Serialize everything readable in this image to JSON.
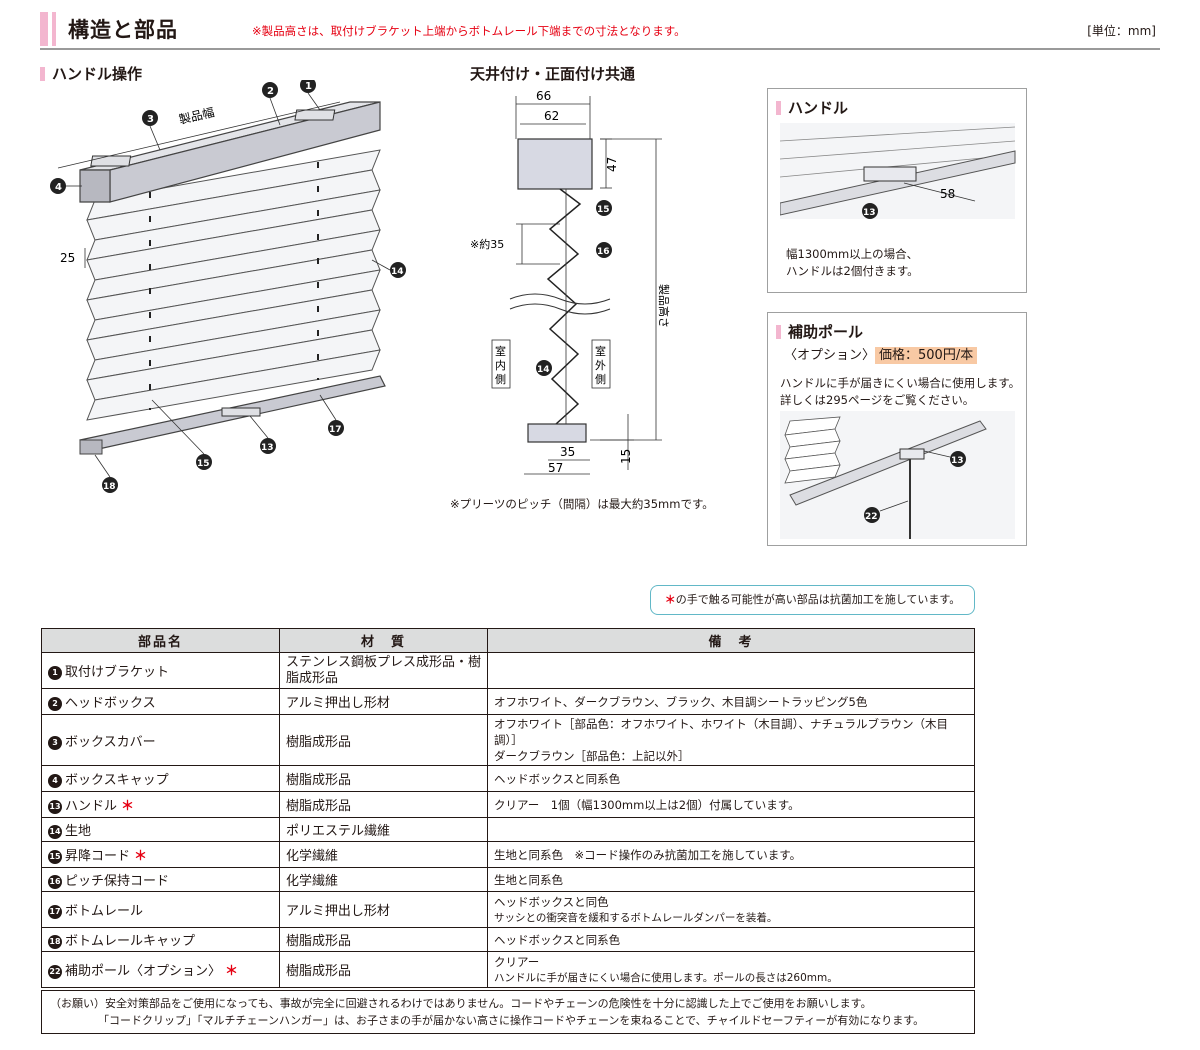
{
  "header": {
    "title": "構造と部品",
    "note": "※製品高さは、取付けブラケット上端からボトムレール下端までの寸法となります。",
    "unit": "[単位：mm]"
  },
  "handle_section": {
    "title": "ハンドル操作",
    "width_label": "製品幅",
    "dim_25": "25",
    "callouts": [
      "❶",
      "❷",
      "❸",
      "❹",
      "⓮",
      "⓯",
      "⓭",
      "⓱",
      "⓲"
    ]
  },
  "ceiling_section": {
    "title": "天井付け・正面付け共通",
    "dim_66": "66",
    "dim_62": "62",
    "dim_47": "47",
    "dim_35_pitch": "※約35",
    "height_label": "製品高さ",
    "indoor": "室内側",
    "outdoor": "室外側",
    "dim_35": "35",
    "dim_57": "57",
    "dim_15": "15",
    "callouts": [
      "⓯",
      "⓰",
      "⓮"
    ],
    "pitch_note": "※プリーツのピッチ（間隔）は最大約35mmです。"
  },
  "handle_box": {
    "title": "ハンドル",
    "dim_58": "58",
    "callout": "⓭",
    "text1": "幅1300mm以上の場合、",
    "text2": "ハンドルは2個付きます。"
  },
  "pole_box": {
    "title": "補助ポール",
    "option": "〈オプション〉",
    "price": "価格：500円/本",
    "text1": "ハンドルに手が届きにくい場合に使用します。",
    "text2": "詳しくは295ページをご覧ください。",
    "callout_13": "⓭",
    "callout_22": "㉒"
  },
  "antibacterial_note": {
    "mark": "＊",
    "text": "の手で触る可能性が高い部品は抗菌加工を施しています。"
  },
  "table": {
    "headers": [
      "部品名",
      "材　質",
      "備　考"
    ],
    "rows": [
      {
        "num": "1",
        "name": "取付けブラケット",
        "ast": "",
        "material": "ステンレス鋼板プレス成形品・樹脂成形品",
        "remark": ""
      },
      {
        "num": "2",
        "name": "ヘッドボックス",
        "ast": "",
        "material": "アルミ押出し形材",
        "remark": "オフホワイト、ダークブラウン、ブラック、木目調シートラッピング5色"
      },
      {
        "num": "3",
        "name": "ボックスカバー",
        "ast": "",
        "material": "樹脂成形品",
        "remark": "オフホワイト［部品色：オフホワイト、ホワイト（木目調）、ナチュラルブラウン（木目調）］",
        "remark2": "ダークブラウン［部品色：上記以外］"
      },
      {
        "num": "4",
        "name": "ボックスキャップ",
        "ast": "",
        "material": "樹脂成形品",
        "remark": "ヘッドボックスと同系色"
      },
      {
        "num": "13",
        "name": "ハンドル",
        "ast": "＊",
        "material": "樹脂成形品",
        "remark": "クリアー　1個（幅1300mm以上は2個）付属しています。"
      },
      {
        "num": "14",
        "name": "生地",
        "ast": "",
        "material": "ポリエステル繊維",
        "remark": ""
      },
      {
        "num": "15",
        "name": "昇降コード",
        "ast": "＊",
        "material": "化学繊維",
        "remark": "生地と同系色　※コード操作のみ抗菌加工を施しています。"
      },
      {
        "num": "16",
        "name": "ピッチ保持コード",
        "ast": "",
        "material": "化学繊維",
        "remark": "生地と同系色"
      },
      {
        "num": "17",
        "name": "ボトムレール",
        "ast": "",
        "material": "アルミ押出し形材",
        "remark": "ヘッドボックスと同色",
        "remark2": "サッシとの衝突音を緩和するボトムレールダンパーを装着。"
      },
      {
        "num": "18",
        "name": "ボトムレールキャップ",
        "ast": "",
        "material": "樹脂成形品",
        "remark": "ヘッドボックスと同系色"
      },
      {
        "num": "22",
        "name": "補助ポール〈オプション〉",
        "ast": "＊",
        "material": "樹脂成形品",
        "remark": "クリアー",
        "remark2": "ハンドルに手が届きにくい場合に使用します。ポールの長さは260mm。"
      }
    ]
  },
  "footer": {
    "line1": "（お願い）安全対策部品をご使用になっても、事故が完全に回避されるわけではありません。コードやチェーンの危険性を十分に認識した上でご使用をお願いします。",
    "line2": "「コードクリップ」「マルチチェーンハンガー」は、お子さまの手が届かない高さに操作コードやチェーンを束ねることで、チャイルドセーフティーが有効になります。"
  },
  "colors": {
    "accent_pink": "#f3b6cf",
    "red": "#e60012",
    "teal": "#62b8c7",
    "price_bg": "#f8c9a4"
  }
}
